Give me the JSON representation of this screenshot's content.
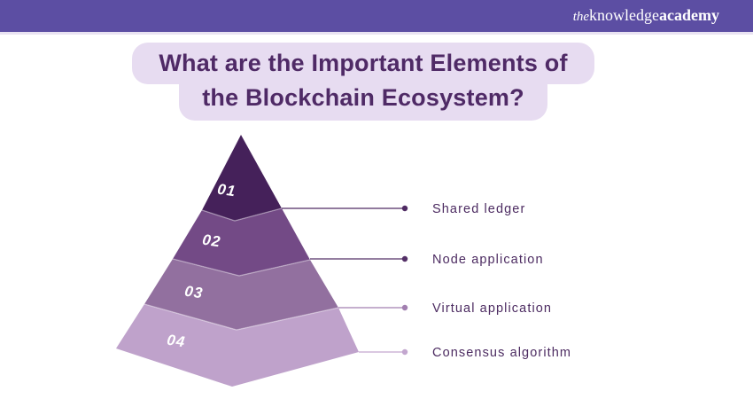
{
  "header": {
    "logo_the": "the",
    "logo_knowledge": "knowledge",
    "logo_academy": "academy",
    "bar_color": "#5C4EA3"
  },
  "title": {
    "line1": "What are the Important Elements of",
    "line2": "the Blockchain Ecosystem?",
    "text_color": "#4F2A66",
    "bg_color": "#E7DCF1"
  },
  "pyramid": {
    "number_text_color": "#FFFFFF",
    "label_text_color": "#4C2B61",
    "levels": [
      {
        "number": "01",
        "label": "Shared ledger",
        "color": "#45215A",
        "connector_color": "#4F2B63"
      },
      {
        "number": "02",
        "label": "Node application",
        "color": "#734A86",
        "connector_color": "#543067"
      },
      {
        "number": "03",
        "label": "Virtual application",
        "color": "#92709F",
        "connector_color": "#A27FB0"
      },
      {
        "number": "04",
        "label": "Consensus algorithm",
        "color": "#BFA2CB",
        "connector_color": "#C3A7CF"
      }
    ]
  }
}
